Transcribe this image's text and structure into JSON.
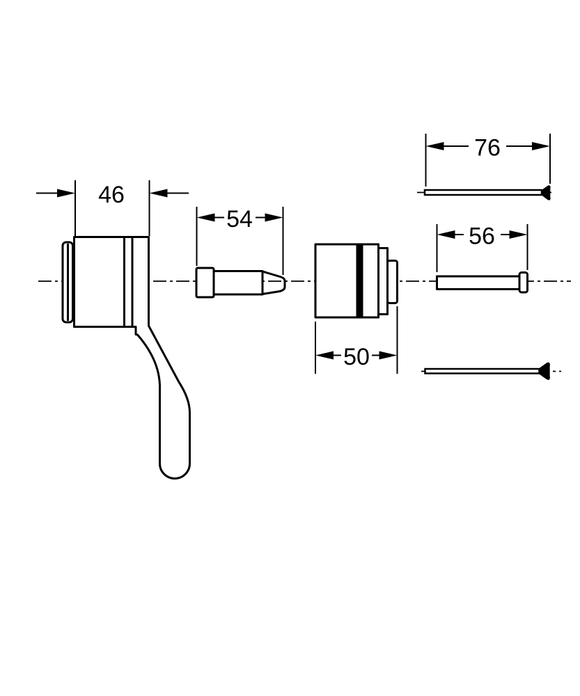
{
  "drawing": {
    "background": "#ffffff",
    "line_color": "#000000",
    "dimensions": {
      "handle_width": "46",
      "spindle_length": "54",
      "long_screw_length": "76",
      "short_screw_length": "56",
      "cartridge_length": "50"
    }
  }
}
